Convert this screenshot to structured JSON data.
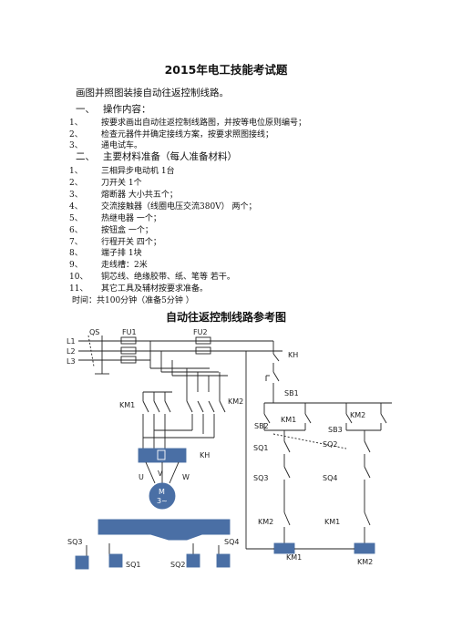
{
  "title": "2015年电工技能考试题",
  "intro": "画图并照图装接自动往返控制线路。",
  "section1": {
    "num": "一、",
    "heading": "操作内容：",
    "items": [
      {
        "num": "1、",
        "text": "按要求画出自动往返控制线路图，并按等电位原则编号；"
      },
      {
        "num": "2、",
        "text": "检查元器件并确定接线方案，按要求照图接线；"
      },
      {
        "num": "3、",
        "text": "通电试车。"
      }
    ]
  },
  "section2": {
    "num": "二、",
    "heading": "主要材料准备（每人准备材料）",
    "items": [
      {
        "num": "1、",
        "text": "三相异步电动机    1台"
      },
      {
        "num": "2、",
        "text": "刀开关   1个"
      },
      {
        "num": "3、",
        "text": "熔断器    大小共五个；"
      },
      {
        "num": "4、",
        "text": "交流接触器（线圈电压交流380V）    两个；"
      },
      {
        "num": "5、",
        "text": "热继电器    一个；"
      },
      {
        "num": "6、",
        "text": "按钮盒    一个；"
      },
      {
        "num": "7、",
        "text": "行程开关    四个；"
      },
      {
        "num": "8、",
        "text": "端子排    1块"
      },
      {
        "num": "9、",
        "text": "走线槽：2米"
      },
      {
        "num": "10、",
        "text": "铜芯线、绝缘胶带、纸、笔等    若干。"
      },
      {
        "num": "11、",
        "text": "其它工具及辅材按要求准备。"
      }
    ]
  },
  "time_note": "时间：共100分钟（准备5分钟 ）",
  "diagram": {
    "title": "自动往返控制线路参考图",
    "labels": {
      "qs": "QS",
      "fu1": "FU1",
      "fu2": "FU2",
      "l1": "L1",
      "l2": "L2",
      "l3": "L3",
      "kh_ctrl": "KH",
      "sb1": "SB1",
      "sb2": "SB2",
      "sb3": "SB3",
      "km1_contact": "KM1",
      "km2_contact": "KM2",
      "sq1_ctrl": "SQ1",
      "sq2_ctrl": "SQ2",
      "sq3_ctrl": "SQ3",
      "sq4_ctrl": "SQ4",
      "km2_interlock": "KM2",
      "km1_interlock": "KM1",
      "km1_coil": "KM1",
      "km2_coil": "KM2",
      "km1_main": "KM1",
      "km2_main": "KM2",
      "kh_main": "KH",
      "u": "U",
      "v": "V",
      "w": "W",
      "motor": "M",
      "motor_sub": "3~",
      "sq3_pos": "SQ3",
      "sq4_pos": "SQ4",
      "sq1_pos": "SQ1",
      "sq2_pos": "SQ2"
    },
    "colors": {
      "accent": "#4a6fa5",
      "line": "#222222"
    }
  }
}
